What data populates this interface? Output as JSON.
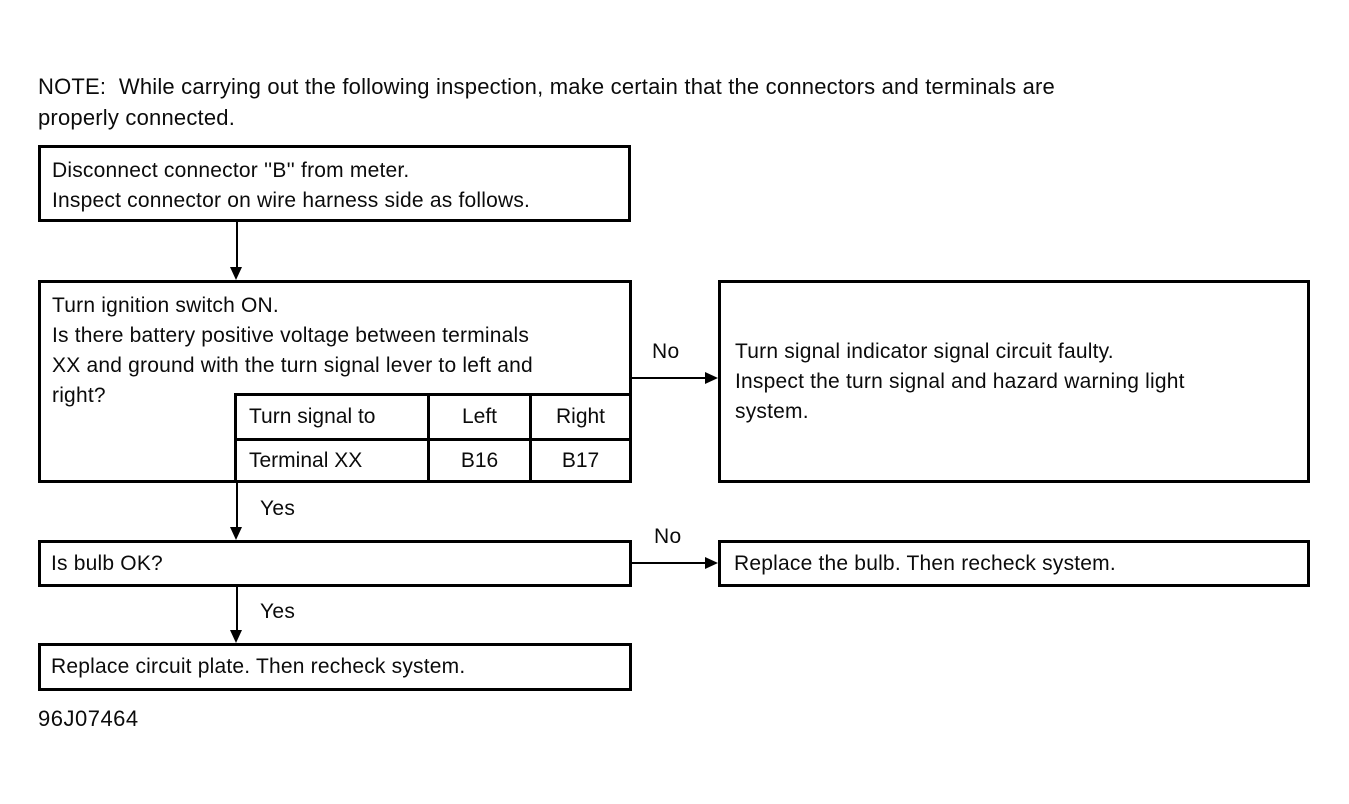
{
  "note": {
    "lines": [
      "NOTE:  While carrying out the following inspection, make certain that the connectors and terminals are",
      "properly connected."
    ]
  },
  "flowchart": {
    "yes_label": "Yes",
    "no_label": "No",
    "step_disconnect": {
      "lines": [
        "Disconnect connector ''B'' from meter.",
        "Inspect connector on wire harness side as follows."
      ]
    },
    "step_voltage_check": {
      "lines": [
        "Turn ignition switch ON.",
        "Is there battery positive voltage between terminals",
        "XX and ground with the turn signal lever to left and",
        "right?"
      ],
      "table": {
        "header": [
          "Turn signal to",
          "Left",
          "Right"
        ],
        "row": [
          "Terminal XX",
          "B16",
          "B17"
        ]
      }
    },
    "result_circuit_faulty": {
      "lines": [
        "Turn signal indicator signal circuit faulty.",
        "Inspect the turn signal and hazard warning light",
        "system."
      ]
    },
    "step_bulb_check": {
      "text": "Is bulb OK?"
    },
    "result_replace_bulb": {
      "text": "Replace the bulb. Then recheck system."
    },
    "step_replace_circuit_plate": {
      "text": "Replace circuit plate. Then recheck system."
    }
  },
  "footer": {
    "figure_code": "96J07464"
  }
}
